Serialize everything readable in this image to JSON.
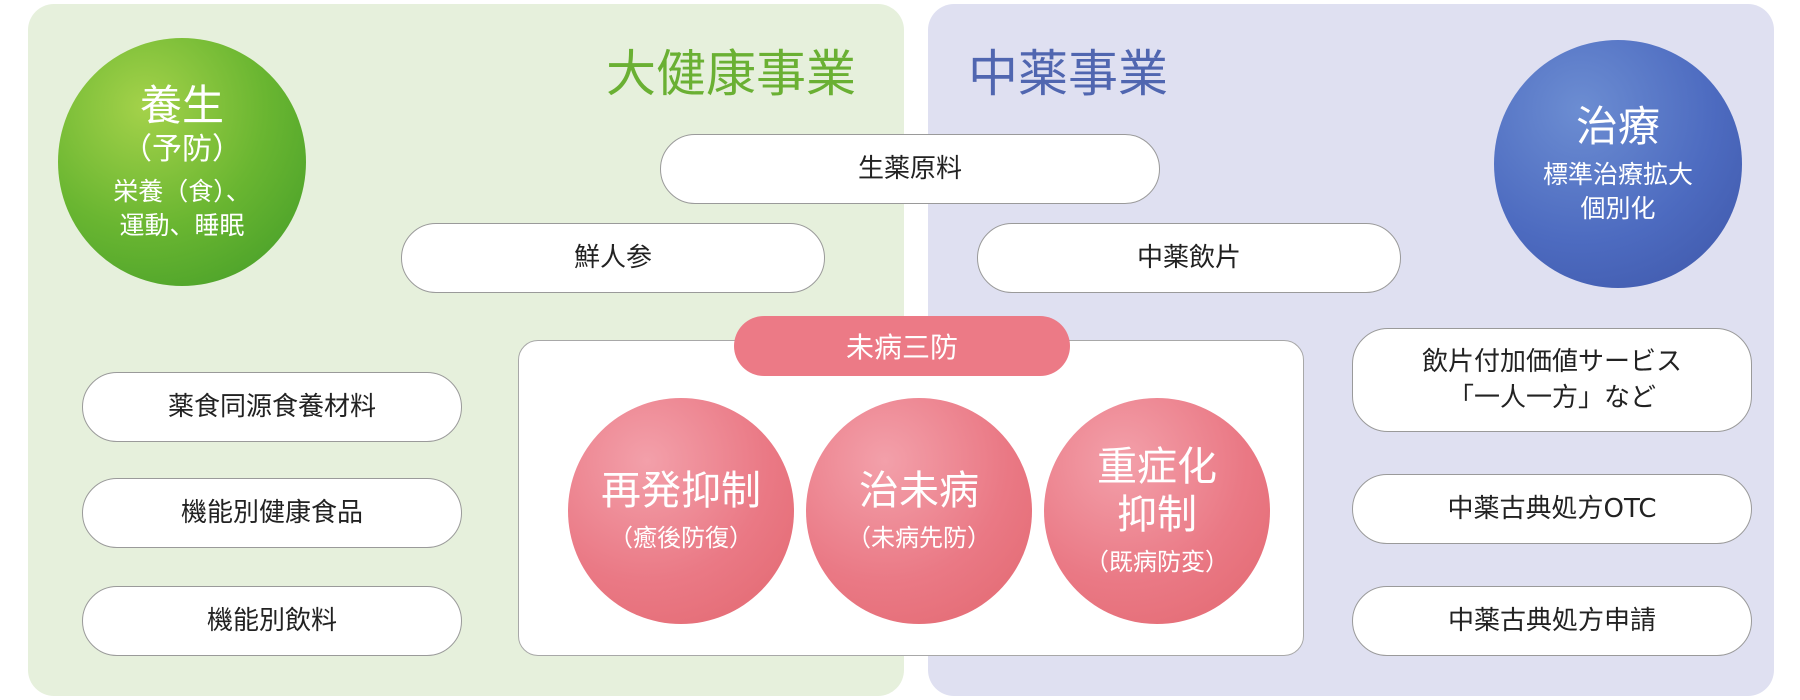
{
  "sections": {
    "left_title": "大健康事業",
    "right_title": "中薬事業"
  },
  "prevention_circle": {
    "title": "養生",
    "subtitle": "（予防）",
    "line1": "栄養（食）、",
    "line2": "運動、睡眠"
  },
  "treatment_circle": {
    "title": "治療",
    "line1": "標準治療拡大",
    "line2": "個別化"
  },
  "shared_items": {
    "raw_materials": "生薬原料",
    "ginseng": "鮮人参",
    "decoction_pieces": "中薬飲片"
  },
  "left_items": [
    "薬食同源食養材料",
    "機能別健康食品",
    "機能別飲料"
  ],
  "right_items": {
    "service_line1": "飲片付加価値サービス",
    "service_line2": "「一人一方」など",
    "otc": "中薬古典処方OTC",
    "application": "中薬古典処方申請"
  },
  "mibyo": {
    "label": "未病三防",
    "circles": [
      {
        "title": "再発抑制",
        "subtitle": "（癒後防復）"
      },
      {
        "title": "治未病",
        "subtitle": "（未病先防）"
      },
      {
        "title_line1": "重症化",
        "title_line2": "抑制",
        "subtitle": "（既病防変）"
      }
    ]
  },
  "colors": {
    "left_panel": "#e6f0dc",
    "right_panel": "#dfe0f1",
    "left_accent": "#6ab033",
    "right_accent": "#5066b0",
    "mibyo_accent": "#ec7a86"
  }
}
